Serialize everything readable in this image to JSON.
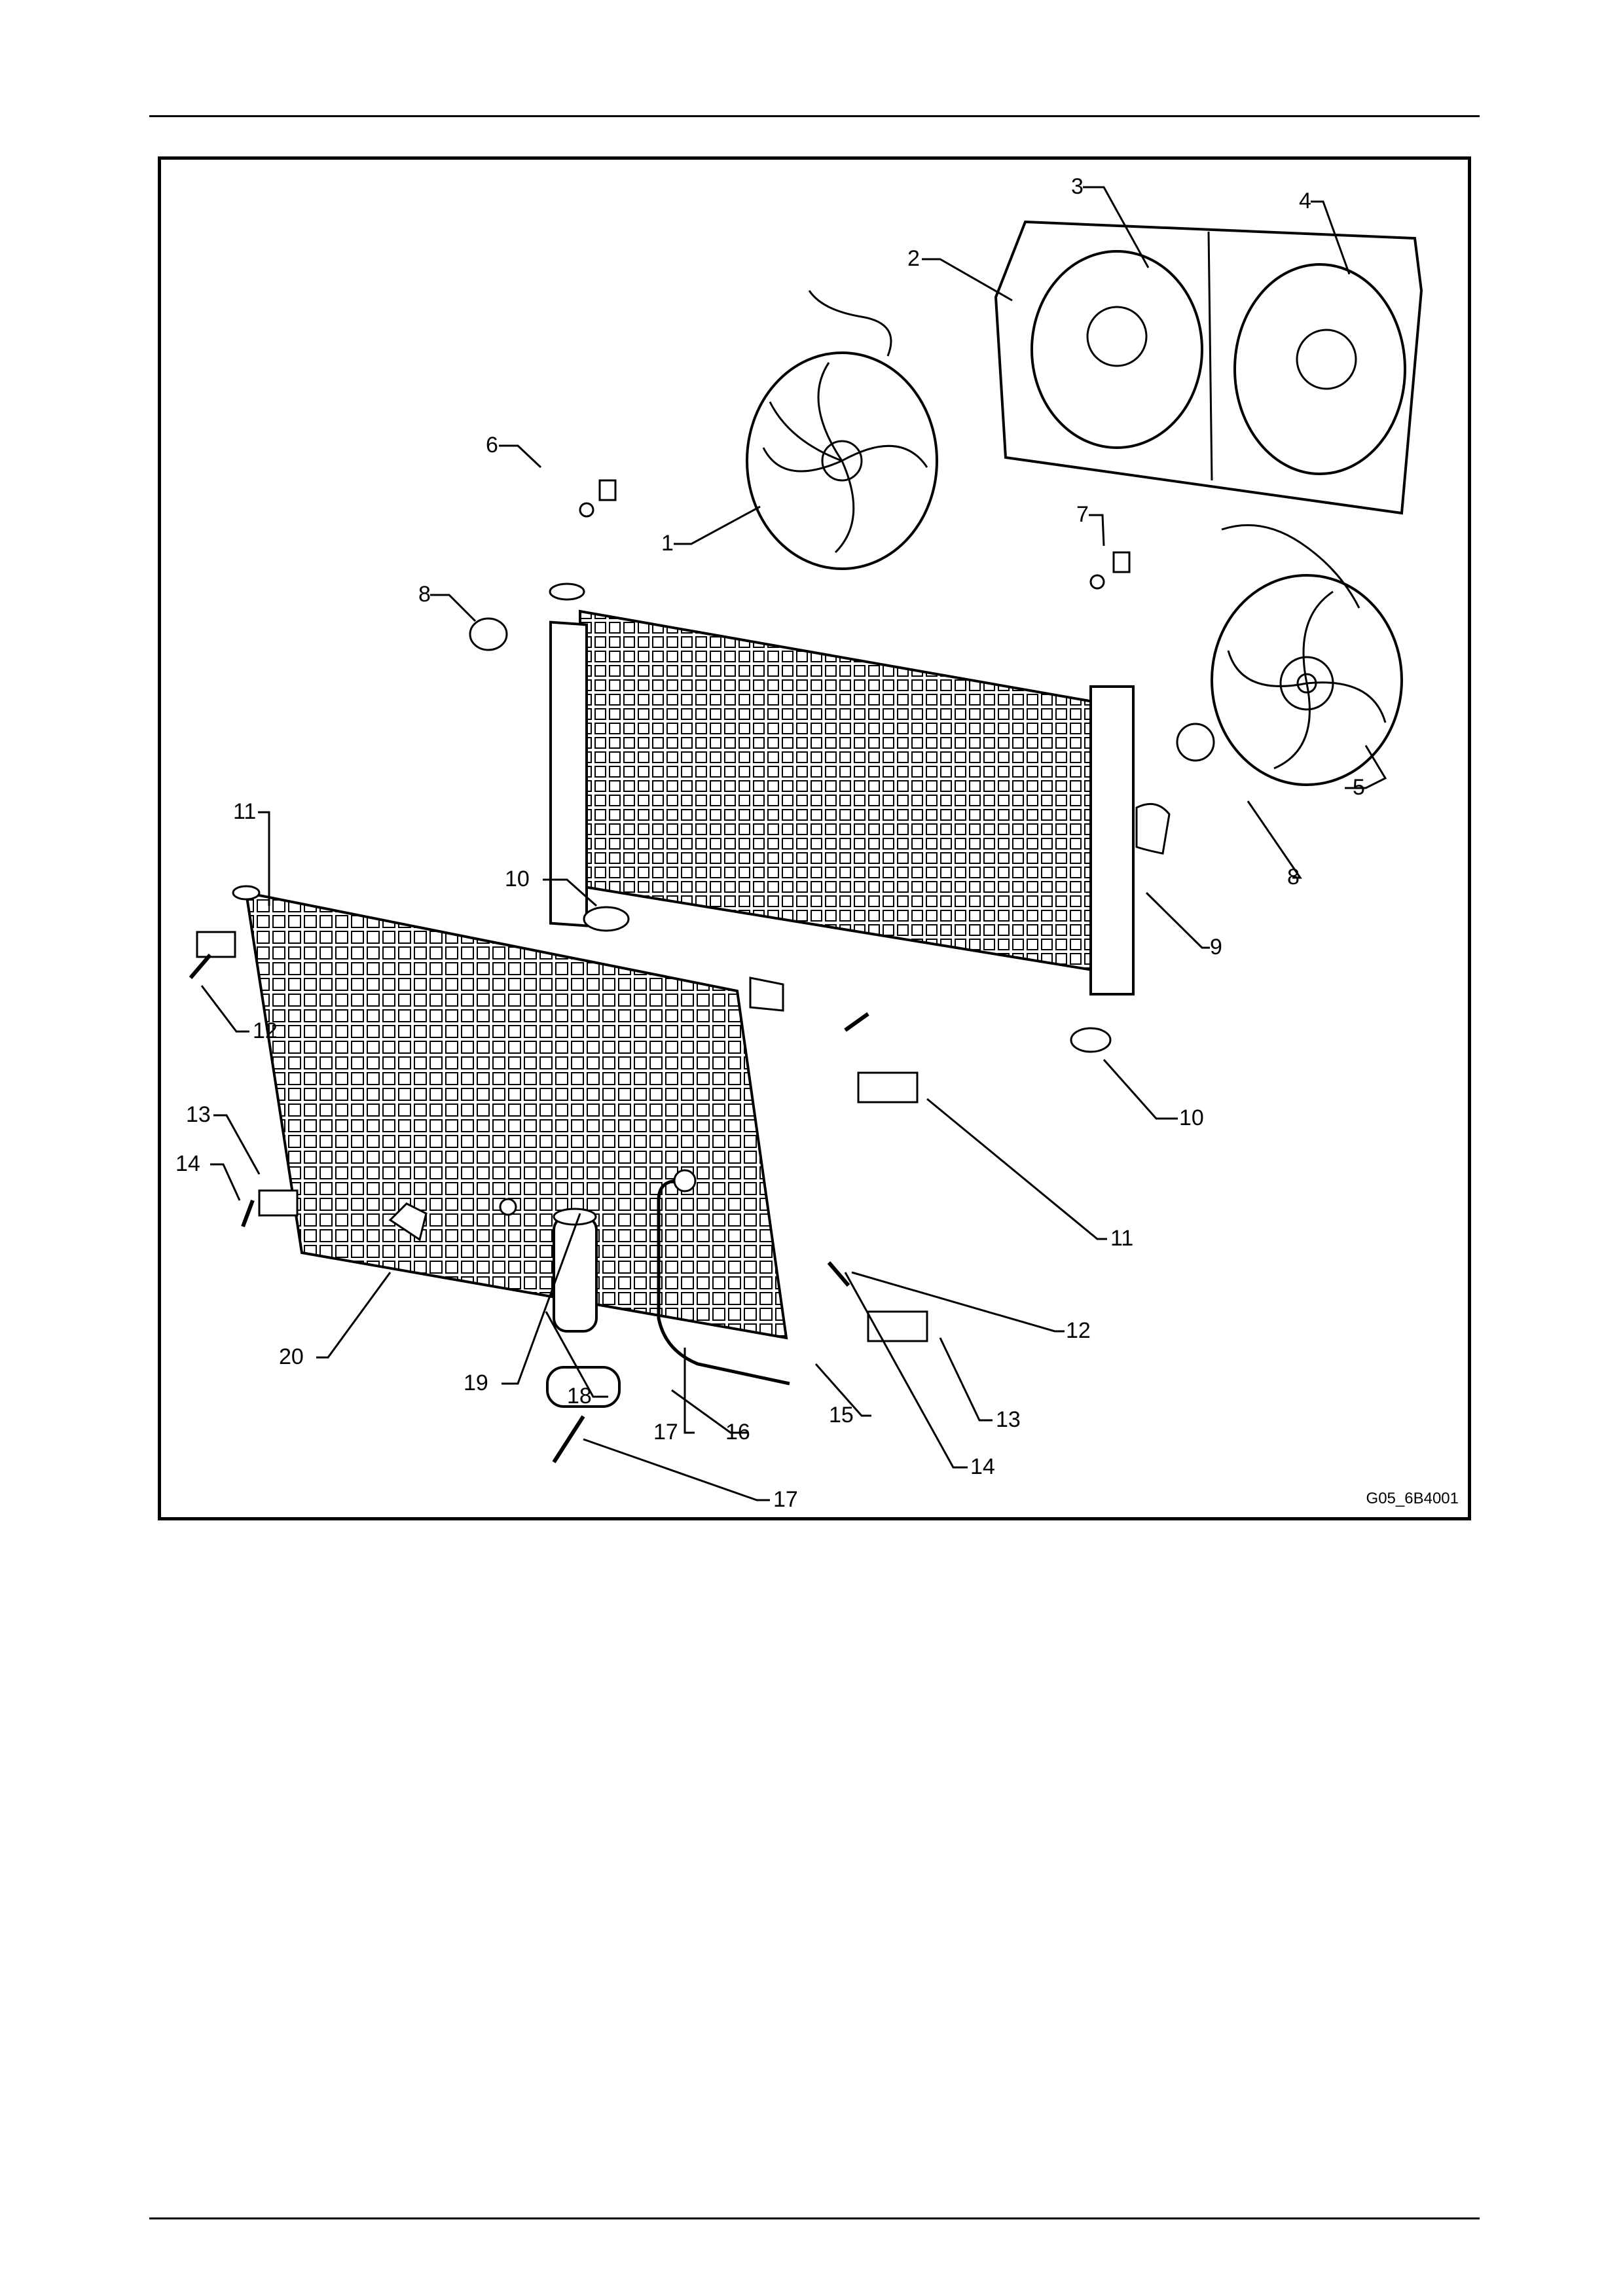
{
  "figure": {
    "code": "G05_6B4001",
    "callouts": [
      "1",
      "2",
      "3",
      "4",
      "5",
      "6",
      "7",
      "8",
      "8",
      "9",
      "10",
      "10",
      "11",
      "11",
      "12",
      "12",
      "13",
      "13",
      "14",
      "14",
      "15",
      "16",
      "17",
      "18",
      "19",
      "20"
    ]
  },
  "colors": {
    "ink": "#000000",
    "paper": "#ffffff",
    "mid": "#cccccc"
  }
}
